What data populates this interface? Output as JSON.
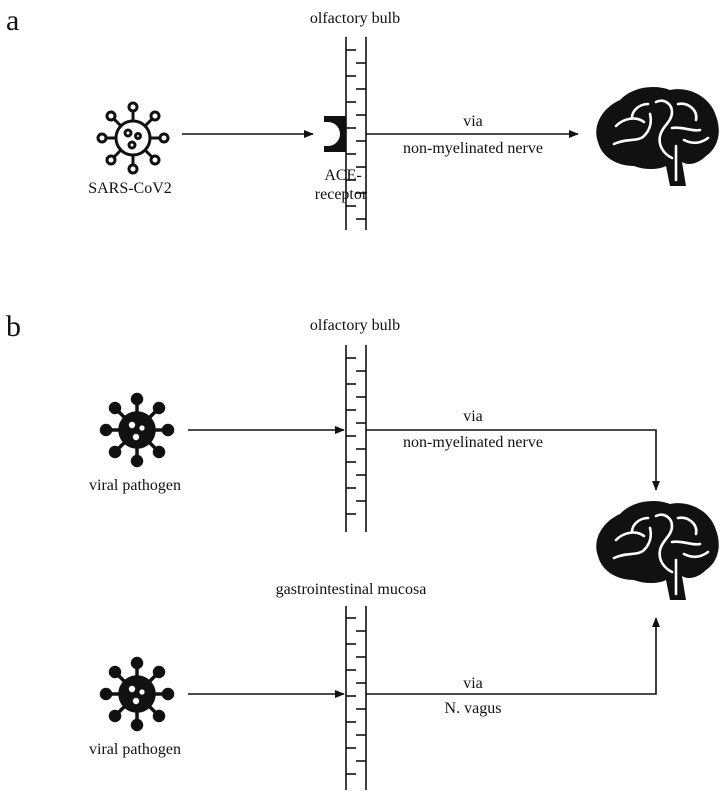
{
  "panel_a": {
    "letter": "a",
    "barrier_label": "olfactory bulb",
    "virus_label": "SARS-CoV2",
    "receptor_label_line1": "ACE-",
    "receptor_label_line2": "receptor",
    "route_label_line1": "via",
    "route_label_line2": "non-myelinated nerve"
  },
  "panel_b": {
    "letter": "b",
    "top": {
      "barrier_label": "olfactory bulb",
      "virus_label": "viral pathogen",
      "route_label_line1": "via",
      "route_label_line2": "non-myelinated nerve"
    },
    "bottom": {
      "barrier_label": "gastrointestinal mucosa",
      "virus_label": "viral pathogen",
      "route_label_line1": "via",
      "route_label_line2": "N. vagus"
    }
  },
  "icons": {
    "virus_outline": "virus-outline-icon",
    "virus_filled": "virus-filled-icon",
    "brain": "brain-icon",
    "receptor": "receptor-icon"
  },
  "colors": {
    "ink": "#111111",
    "background": "#ffffff"
  }
}
